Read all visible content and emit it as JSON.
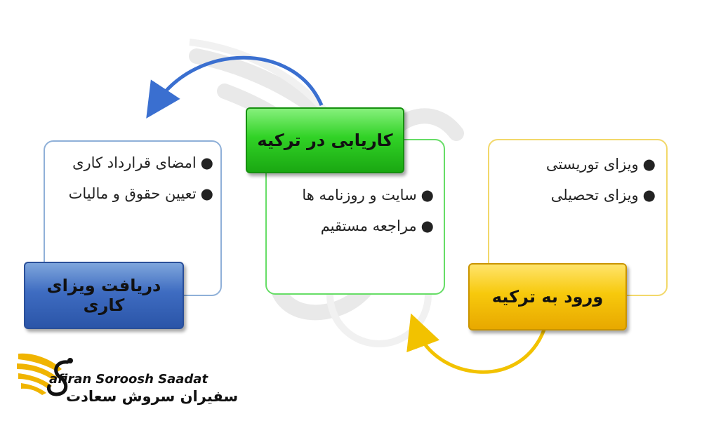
{
  "steps": [
    {
      "title": "ورود به ترکیه",
      "color": "#f7c90c",
      "items": [
        "ویزای توریستی",
        "ویزای تحصیلی"
      ]
    },
    {
      "title": "کاریابی در ترکیه",
      "color": "#31d226",
      "items": [
        "سایت و روزنامه ها",
        "مراجعه مستقیم"
      ]
    },
    {
      "title": "دریافت ویزای کاری",
      "color": "#3e6cc1",
      "items": [
        "امضای قرارداد کاری",
        "تعیین حقوق و مالیات"
      ]
    }
  ],
  "arrows": [
    {
      "from": "ورود به ترکیه",
      "to": "کاریابی در ترکیه",
      "color": "#f2c200"
    },
    {
      "from": "کاریابی در ترکیه",
      "to": "دریافت ویزای کاری",
      "color": "#3a6fd0"
    }
  ],
  "logo": {
    "text_en": "afiran Soroosh Saadat",
    "text_fa": "سفیران سروش سعادت",
    "icon": "winged-s-logo-icon"
  }
}
